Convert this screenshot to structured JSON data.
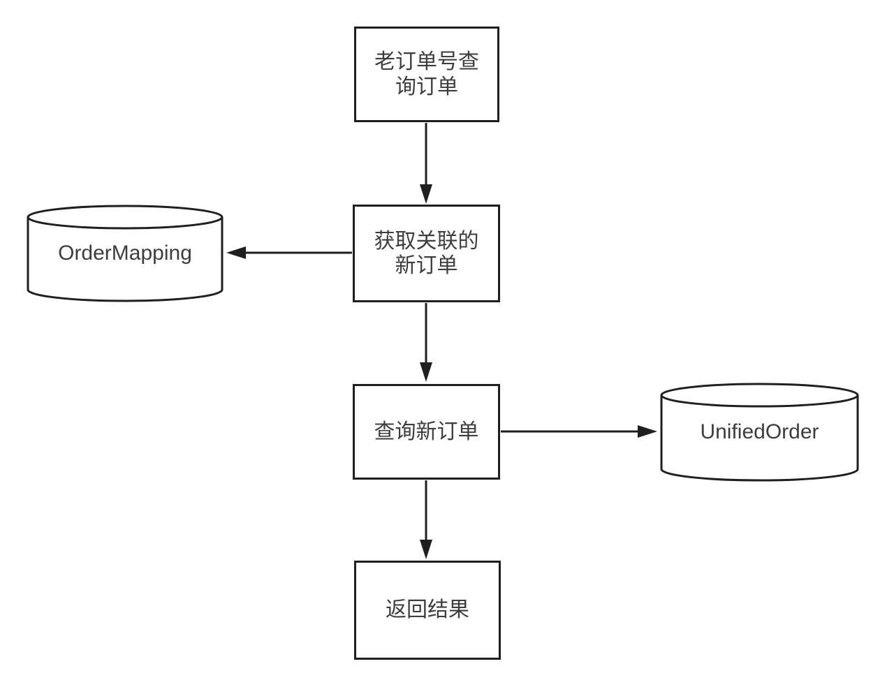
{
  "colors": {
    "bg": "#ffffff",
    "stroke": "#1f1f1f",
    "text": "#3d3d3d"
  },
  "diagram": {
    "type": "flowchart",
    "nodes": {
      "query_old_order": {
        "label": "老订单号查\n询订单",
        "shape": "process"
      },
      "get_related_new_order": {
        "label": "获取关联的\n新订单",
        "shape": "process"
      },
      "order_mapping": {
        "label": "OrderMapping",
        "shape": "datastore"
      },
      "query_new_order": {
        "label": "查询新订单",
        "shape": "process"
      },
      "unified_order": {
        "label": "UnifiedOrder",
        "shape": "datastore"
      },
      "return_result": {
        "label": "返回结果",
        "shape": "process"
      }
    },
    "edges": [
      {
        "from": "query_old_order",
        "to": "get_related_new_order",
        "direction": "down"
      },
      {
        "from": "get_related_new_order",
        "to": "order_mapping",
        "direction": "left"
      },
      {
        "from": "get_related_new_order",
        "to": "query_new_order",
        "direction": "down"
      },
      {
        "from": "query_new_order",
        "to": "unified_order",
        "direction": "right"
      },
      {
        "from": "query_new_order",
        "to": "return_result",
        "direction": "down"
      }
    ]
  }
}
